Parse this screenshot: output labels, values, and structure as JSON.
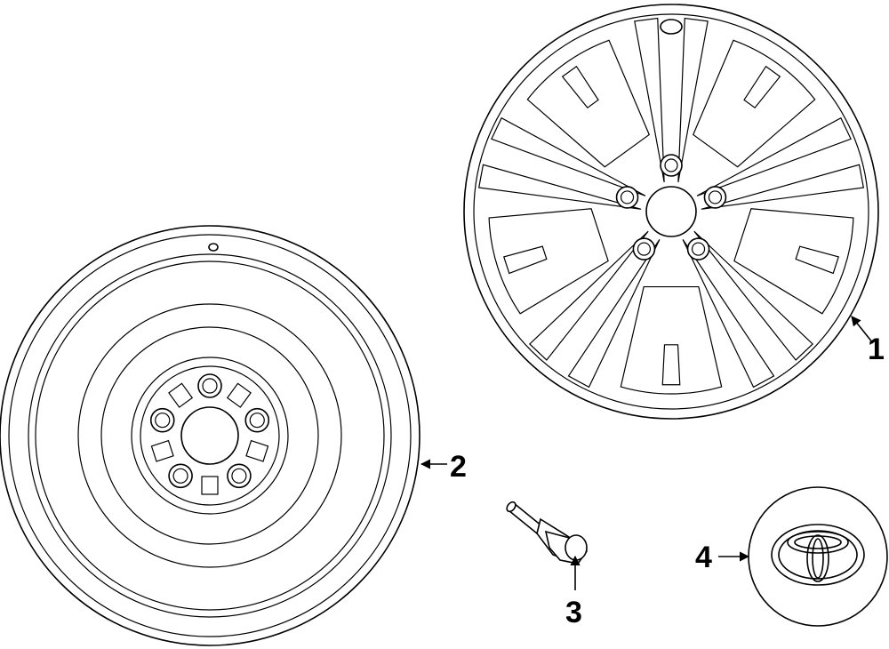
{
  "parts": [
    {
      "id": "alloy-wheel",
      "callout": "1"
    },
    {
      "id": "spare-wheel",
      "callout": "2"
    },
    {
      "id": "lug-nut",
      "callout": "3"
    },
    {
      "id": "center-cap",
      "callout": "4"
    }
  ],
  "colors": {
    "line": "#000000",
    "background": "#ffffff"
  }
}
